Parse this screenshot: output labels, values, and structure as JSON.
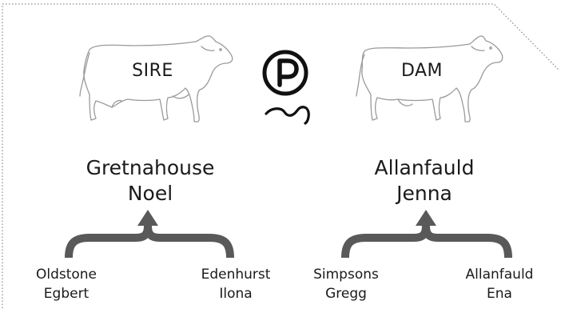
{
  "colors": {
    "line": "#888888",
    "outline": "#9a9a9a",
    "bracket": "#595959",
    "text": "#1a1a1a"
  },
  "sire": {
    "role": "SIRE",
    "name_line1": "Gretnahouse",
    "name_line2": "Noel",
    "grandsire": {
      "line1": "Oldstone",
      "line2": "Egbert"
    },
    "granddam": {
      "line1": "Edenhurst",
      "line2": "Ilona"
    }
  },
  "dam": {
    "role": "DAM",
    "name_line1": "Allanfauld",
    "name_line2": "Jenna",
    "grandsire": {
      "line1": "Simpsons",
      "line2": "Gregg"
    },
    "granddam": {
      "line1": "Allanfauld",
      "line2": "Ena"
    }
  },
  "logo": {
    "icon": "polled-p-icon",
    "letter": "P"
  },
  "icons": {
    "sire_animal": "bull-outline-icon",
    "dam_animal": "cow-outline-icon"
  }
}
